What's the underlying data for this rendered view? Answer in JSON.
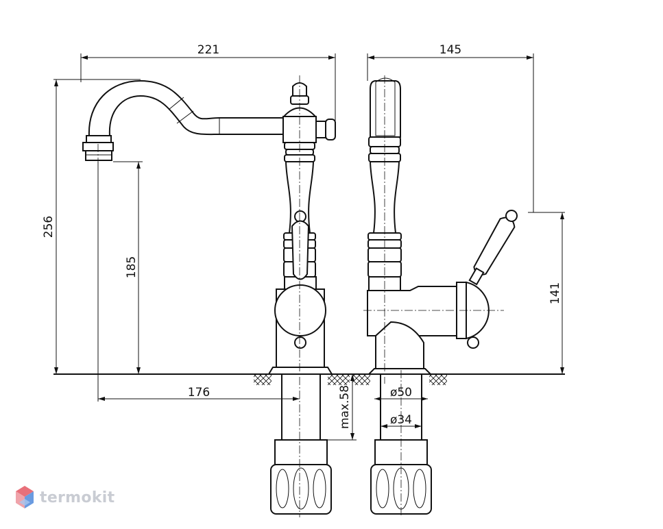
{
  "dimensions": {
    "spout_reach_total": "221",
    "side_depth": "145",
    "total_height": "256",
    "spout_height": "185",
    "spout_projection": "176",
    "handle_height": "141",
    "max_thickness": "max.58",
    "diameter_base": "ø50",
    "diameter_thread": "ø34"
  },
  "logo": {
    "brand": "termokit",
    "colors": [
      "#e8707a",
      "#6a9be0",
      "#c9ccd3"
    ]
  }
}
